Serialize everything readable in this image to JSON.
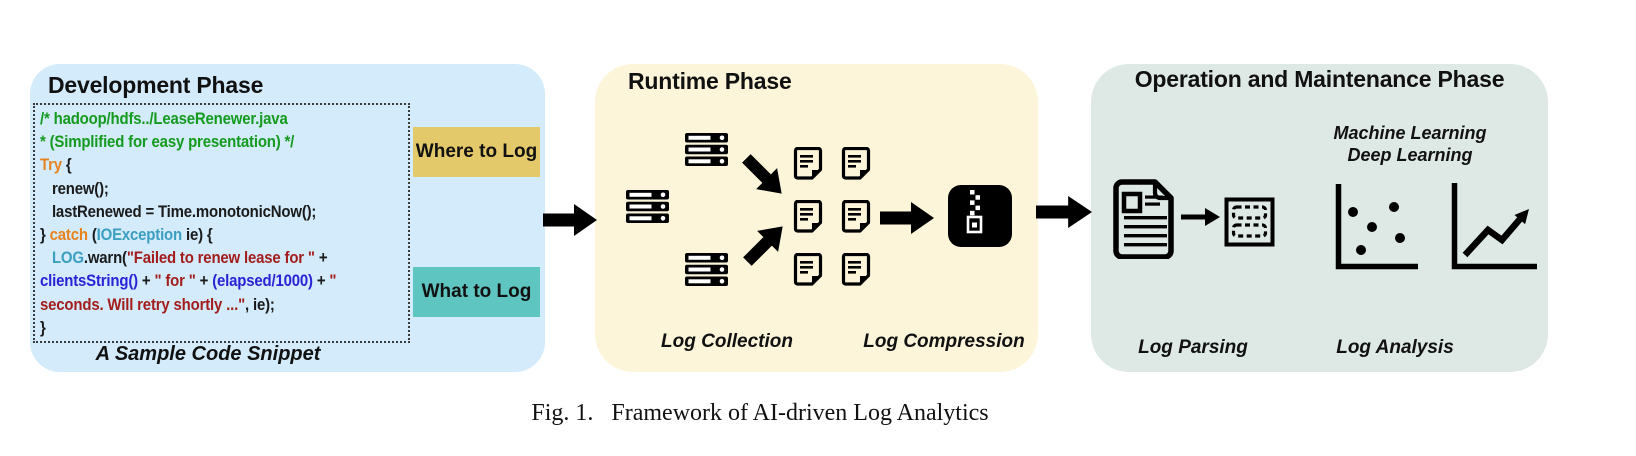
{
  "caption": "Fig. 1.   Framework of AI-driven Log Analytics",
  "colors": {
    "dev_box": "#d3ebfa",
    "runtime_box": "#fcf5da",
    "om_box": "#dee9e6",
    "where_label_bg": "#e4c96b",
    "what_label_bg": "#5fc5c0",
    "code_comment": "#149a1e",
    "code_keyword": "#e8821e",
    "code_type": "#3b9fc1",
    "code_string": "#a31d1d",
    "code_expr": "#2a23d6",
    "code_plain": "#1a1a1a"
  },
  "development": {
    "title": "Development Phase",
    "where_label": "Where to Log",
    "what_label": "What to Log",
    "snippet_caption": "A Sample Code Snippet",
    "code_lines": [
      [
        {
          "c": "comment",
          "t": "/* hadoop/hdfs../LeaseRenewer.java"
        }
      ],
      [
        {
          "c": "comment",
          "t": "* (Simplified for easy presentation) */"
        }
      ],
      [
        {
          "c": "keyword",
          "t": "Try"
        },
        {
          "c": "plain",
          "t": " {"
        }
      ],
      [
        {
          "c": "plain",
          "t": "   renew();"
        }
      ],
      [
        {
          "c": "plain",
          "t": "   lastRenewed = Time.monotonicNow();"
        }
      ],
      [
        {
          "c": "plain",
          "t": "} "
        },
        {
          "c": "keyword",
          "t": "catch"
        },
        {
          "c": "plain",
          "t": " ("
        },
        {
          "c": "type",
          "t": "IOException"
        },
        {
          "c": "plain",
          "t": " ie) {"
        }
      ],
      [
        {
          "c": "type",
          "t": "   LOG"
        },
        {
          "c": "plain",
          "t": ".warn("
        },
        {
          "c": "string",
          "t": "\"Failed to renew lease for \""
        },
        {
          "c": "plain",
          "t": " +"
        }
      ],
      [
        {
          "c": "expr",
          "t": "clientsString()"
        },
        {
          "c": "plain",
          "t": " + "
        },
        {
          "c": "string",
          "t": "\" for \""
        },
        {
          "c": "plain",
          "t": " + "
        },
        {
          "c": "expr",
          "t": "(elapsed/1000)"
        },
        {
          "c": "plain",
          "t": " + "
        },
        {
          "c": "string",
          "t": "\""
        }
      ],
      [
        {
          "c": "string",
          "t": "seconds. Will retry shortly ...\""
        },
        {
          "c": "plain",
          "t": ", ie);"
        }
      ],
      [
        {
          "c": "plain",
          "t": "}"
        }
      ]
    ]
  },
  "runtime": {
    "title": "Runtime Phase",
    "collection_label": "Log Collection",
    "compression_label": "Log Compression"
  },
  "operation": {
    "title": "Operation and Maintenance Phase",
    "ml_line1": "Machine Learning",
    "ml_line2": "Deep Learning",
    "parsing_label": "Log Parsing",
    "analysis_label": "Log Analysis"
  }
}
